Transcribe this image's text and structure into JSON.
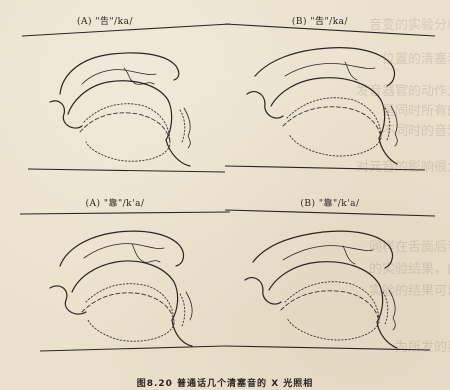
{
  "figure": {
    "caption": "图8.20 普通话几个清塞音的 X 光照相",
    "panels": [
      {
        "label": "(A) \"告\"/ka/"
      },
      {
        "label": "(B) \"告\"/ka/"
      },
      {
        "label": "(A) \"靠\"/k'a/"
      },
      {
        "label": "(B) \"靠\"/k'a/"
      }
    ]
  }
}
